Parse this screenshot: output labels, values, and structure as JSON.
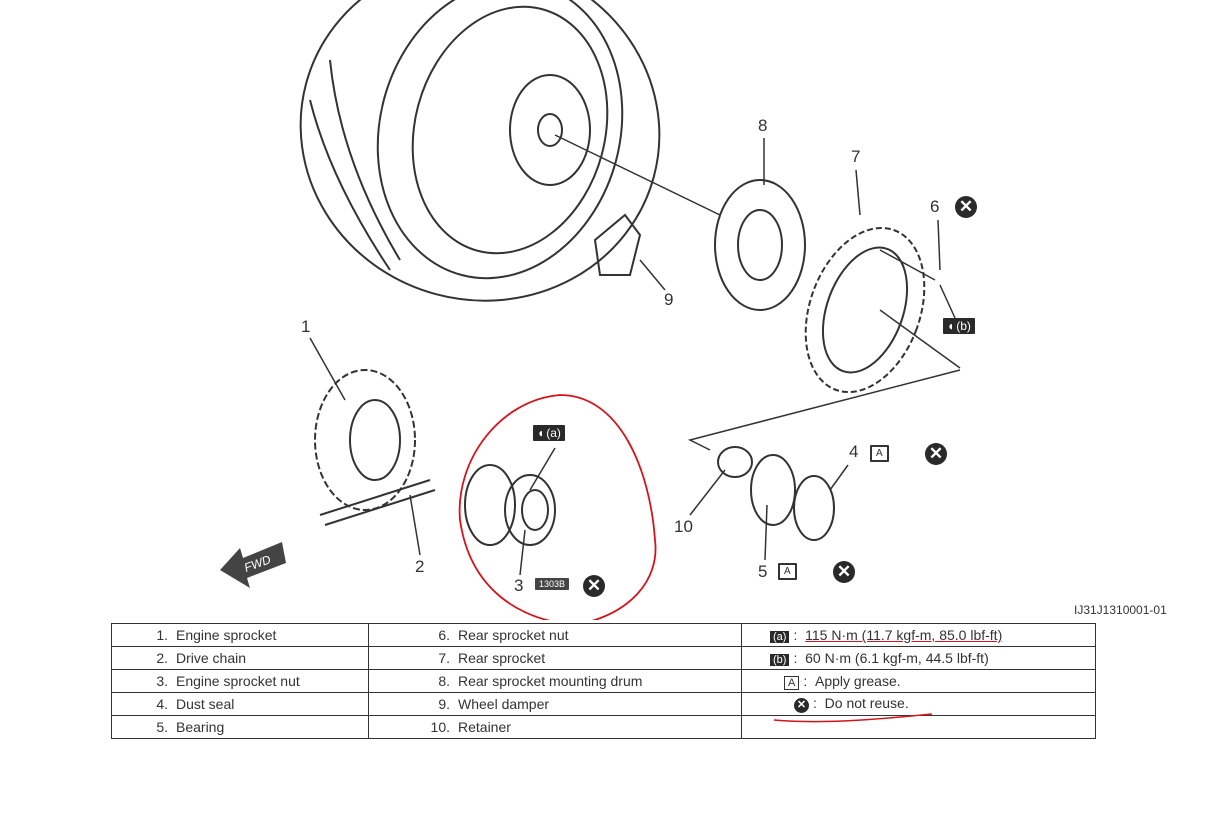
{
  "callouts": {
    "c1": "1",
    "c2": "2",
    "c3": "3",
    "c4": "4",
    "c5": "5",
    "c6": "6",
    "c7": "7",
    "c8": "8",
    "c9": "9",
    "c10": "10"
  },
  "badges": {
    "torque_a": "(a)",
    "torque_b": "(b)",
    "thread_lock": "1303B",
    "grease": "A",
    "do_not_reuse": "✕"
  },
  "fwd_label": "FWD",
  "figure_code": "IJ31J1310001-01",
  "parts": [
    {
      "no": "1.",
      "name": "Engine sprocket"
    },
    {
      "no": "2.",
      "name": "Drive chain"
    },
    {
      "no": "3.",
      "name": "Engine sprocket nut"
    },
    {
      "no": "4.",
      "name": "Dust seal"
    },
    {
      "no": "5.",
      "name": "Bearing"
    },
    {
      "no": "6.",
      "name": "Rear sprocket nut"
    },
    {
      "no": "7.",
      "name": "Rear sprocket"
    },
    {
      "no": "8.",
      "name": "Rear sprocket mounting drum"
    },
    {
      "no": "9.",
      "name": "Wheel damper"
    },
    {
      "no": "10.",
      "name": "Retainer"
    }
  ],
  "legend": [
    {
      "symbol": "(a)",
      "sep": ":",
      "text": "115 N·m (11.7 kgf-m, 85.0 lbf-ft)"
    },
    {
      "symbol": "(b)",
      "sep": ":",
      "text": "60 N·m (6.1 kgf-m, 44.5 lbf-ft)"
    },
    {
      "symbol": "A",
      "sep": ":",
      "text": "Apply grease."
    },
    {
      "symbol": "✕",
      "sep": ":",
      "text": "Do not reuse."
    }
  ],
  "colors": {
    "ink": "#2a2a2a",
    "annotation": "#d4141a"
  }
}
